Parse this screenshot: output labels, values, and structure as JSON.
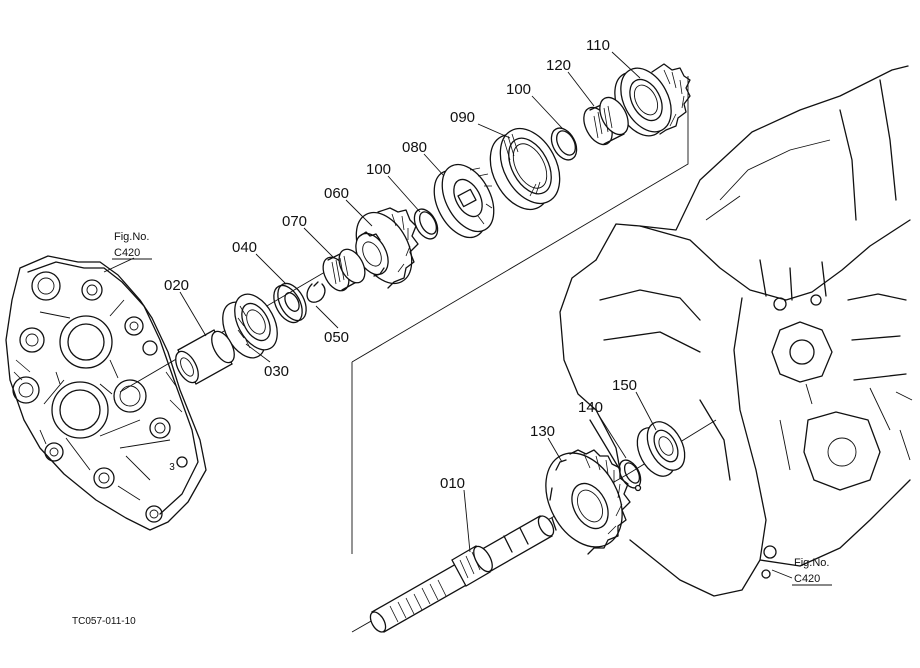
{
  "parts": {
    "p010": "010",
    "p020": "020",
    "p030": "030",
    "p040": "040",
    "p050": "050",
    "p060": "060",
    "p070": "070",
    "p080": "080",
    "p090": "090",
    "p100a": "100",
    "p100b": "100",
    "p110": "110",
    "p120": "120",
    "p130": "130",
    "p140": "140",
    "p150": "150"
  },
  "figref_left": {
    "title": "Fig.No.",
    "code": "C420"
  },
  "figref_right": {
    "title": "Fig.No.",
    "code": "C420"
  },
  "drawing_code": "TC057-011-10"
}
